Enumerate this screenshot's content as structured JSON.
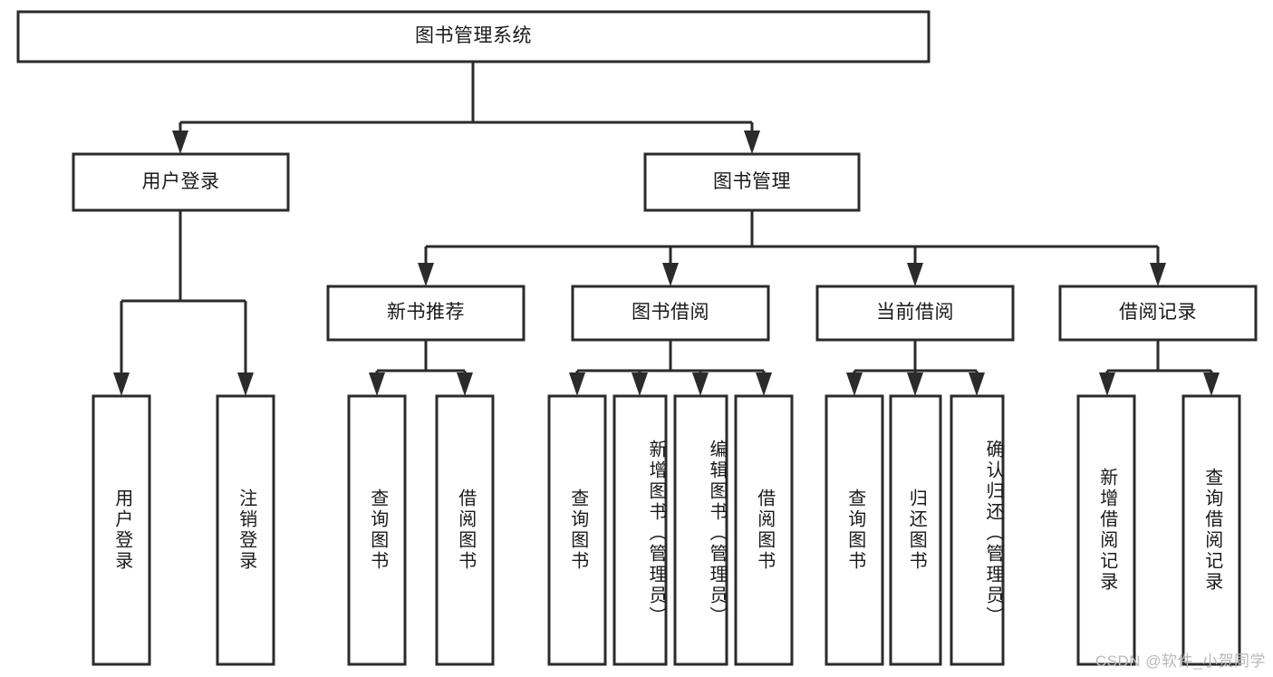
{
  "diagram": {
    "type": "tree-hierarchy-flowchart",
    "title": "图书管理系统",
    "orientation": "top-down",
    "theme": {
      "background": "#ffffff",
      "box_fill": "#ffffff",
      "box_stroke": "#2b2b2b",
      "connector": "#2b2b2b",
      "text": "#1a1a1a",
      "watermark": "#b9b9b9"
    },
    "levels": {
      "root": {
        "label": "图书管理系统"
      },
      "level2": [
        {
          "label": "用户登录"
        },
        {
          "label": "图书管理"
        }
      ],
      "level3": [
        {
          "label": "新书推荐"
        },
        {
          "label": "图书借阅"
        },
        {
          "label": "当前借阅"
        },
        {
          "label": "借阅记录"
        }
      ],
      "leaves": [
        {
          "label": "用户登录",
          "parent": "用户登录"
        },
        {
          "label": "注销登录",
          "parent": "用户登录"
        },
        {
          "label": "查询图书",
          "parent": "新书推荐"
        },
        {
          "label": "借阅图书",
          "parent": "新书推荐"
        },
        {
          "label": "查询图书",
          "parent": "图书借阅"
        },
        {
          "label": "新增图书（管理员）",
          "parent": "图书借阅"
        },
        {
          "label": "编辑图书（管理员）",
          "parent": "图书借阅"
        },
        {
          "label": "借阅图书",
          "parent": "图书借阅"
        },
        {
          "label": "查询图书",
          "parent": "当前借阅"
        },
        {
          "label": "归还图书",
          "parent": "当前借阅"
        },
        {
          "label": "确认归还（管理员）",
          "parent": "当前借阅"
        },
        {
          "label": "新增借阅记录",
          "parent": "借阅记录"
        },
        {
          "label": "查询借阅记录",
          "parent": "借阅记录"
        }
      ]
    }
  },
  "watermark": {
    "text": "CSDN @软件_小贺同学"
  }
}
